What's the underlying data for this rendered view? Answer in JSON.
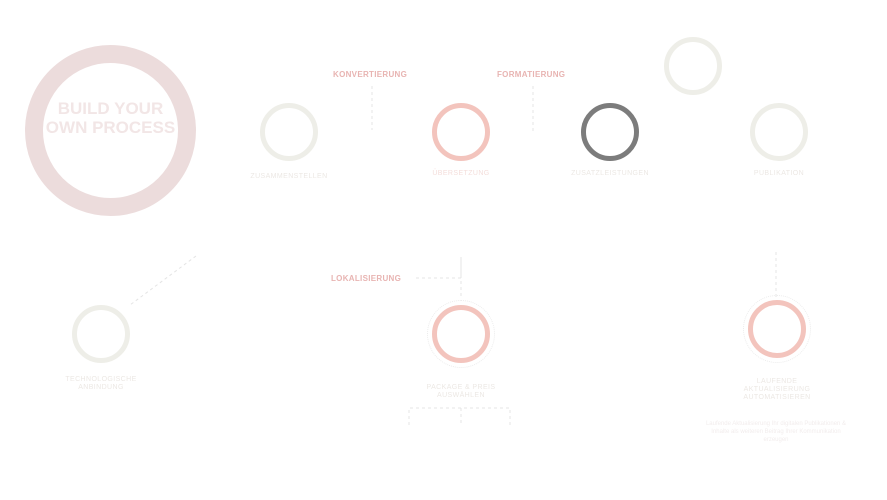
{
  "hero": {
    "title": "BUILD YOUR OWN PROCESS"
  },
  "sections": {
    "konvertierung": "KONVERTIERUNG",
    "formatierung": "FORMATIERUNG",
    "lokalisierung": "LOKALISIERUNG"
  },
  "nodes": {
    "zusammenstellen": "ZUSAMMENSTELLEN",
    "uebersetzung": "ÜBERSETZUNG",
    "zusatzleistungen": "ZUSATZLEISTUNGEN",
    "publikation": "PUBLIKATION",
    "technologische_anbindung": "TECHNOLOGISCHE ANBINDUNG",
    "pakete_preis": "PACKAGE & PREIS AUSWÄHLEN",
    "laufende_aktualisierung": "LAUFENDE AKTUALISIERUNG AUTOMATISIEREN"
  },
  "description": "Laufende Aktualisierung Ihr digitalen Publikationen & Inhalte als weiteren Beitrag Ihrer Kommunikation erzeugen"
}
